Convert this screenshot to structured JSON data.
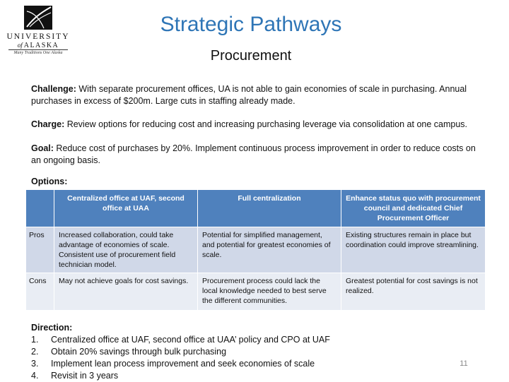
{
  "logo": {
    "line1": "UNIVERSITY",
    "of": "of",
    "line2": "ALASKA",
    "motto": "Many Traditions One Alaska"
  },
  "title": "Strategic Pathways",
  "subtitle": "Procurement",
  "challenge": {
    "label": "Challenge:",
    "text": " With separate procurement offices, UA is not able to gain economies of scale in purchasing. Annual purchases in excess of $200m. Large cuts in staffing already made."
  },
  "charge": {
    "label": "Charge:",
    "text": " Review options for reducing cost and increasing purchasing leverage via consolidation at one campus."
  },
  "goal": {
    "label": "Goal:",
    "text": " Reduce cost of purchases by 20%. Implement continuous process improvement in order to reduce costs on an ongoing basis."
  },
  "options_label": "Options:",
  "table": {
    "headers": [
      "",
      "Centralized office at UAF, second office at UAA",
      "Full centralization",
      "Enhance status quo with procurement council and dedicated Chief Procurement Officer"
    ],
    "rows": [
      {
        "label": "Pros",
        "cells": [
          "Increased collaboration, could take advantage of economies of scale. Consistent use of procurement field technician model.",
          "Potential for simplified management, and potential for greatest economies of scale.",
          "Existing structures remain in place but coordination could improve streamlining."
        ]
      },
      {
        "label": "Cons",
        "cells": [
          "May not achieve goals for cost savings.",
          "Procurement process could lack the local knowledge needed to best serve the different communities.",
          "Greatest potential for cost savings is not realized."
        ]
      }
    ]
  },
  "direction": {
    "label": "Direction:",
    "items": [
      {
        "num": "1.",
        "text": "Centralized office at UAF, second office at UAA’ policy and CPO at UAF"
      },
      {
        "num": "2.",
        "text": "Obtain 20% savings through bulk purchasing"
      },
      {
        "num": "3.",
        "text": "Implement lean process improvement and seek economies of scale"
      },
      {
        "num": "4.",
        "text": "Revisit in 3 years"
      }
    ]
  },
  "page_number": "11",
  "colors": {
    "title": "#2e75b6",
    "table_header": "#4f81bd",
    "row_pros": "#d0d8e8",
    "row_cons": "#e9edf4"
  }
}
